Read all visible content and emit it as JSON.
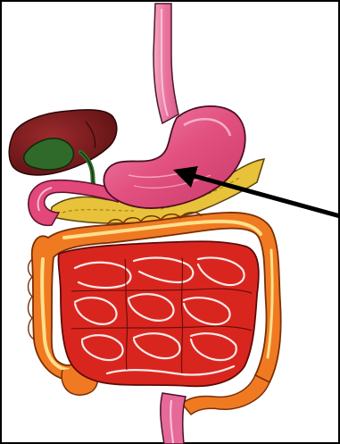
{
  "diagram": {
    "subject": "digestive-system",
    "organs": [
      {
        "id": "esophagus",
        "color": "#e8739e"
      },
      {
        "id": "liver",
        "color": "#7f1d1f"
      },
      {
        "id": "gallbladder",
        "color": "#2f6a2a"
      },
      {
        "id": "stomach",
        "color": "#e04e7e"
      },
      {
        "id": "pancreas",
        "color": "#e8c23a"
      },
      {
        "id": "duodenum",
        "color": "#e2487a"
      },
      {
        "id": "large-intestine",
        "color": "#f07a22"
      },
      {
        "id": "small-intestine",
        "color": "#d8261f"
      },
      {
        "id": "rectum",
        "color": "#e56a9a"
      }
    ],
    "pointer": {
      "target": "stomach",
      "color": "#000000"
    },
    "border_color": "#000000"
  }
}
